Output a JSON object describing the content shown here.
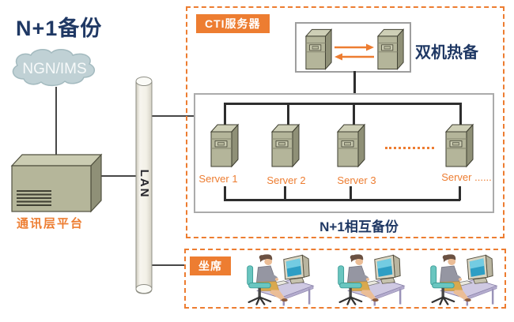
{
  "title": "N+1备份",
  "colors": {
    "accent_orange": "#ED7D31",
    "heading_navy": "#1F3864",
    "connector_gray": "#474747",
    "server_body": "#B4B59A",
    "cloud_fill": "#C0D1D5"
  },
  "left_column": {
    "cloud_label": "NGN/IMS",
    "platform_label": "通讯层平台",
    "lan_label": "LAN"
  },
  "cti_region": {
    "tag": "CTI服务器",
    "hot_standby_label": "双机热备",
    "server_labels": [
      "Server 1",
      "Server 2",
      "Server 3",
      "Server ......"
    ],
    "group_caption": "N+1相互备份"
  },
  "agent_region": {
    "tag": "坐席",
    "workstation_count": 3
  }
}
